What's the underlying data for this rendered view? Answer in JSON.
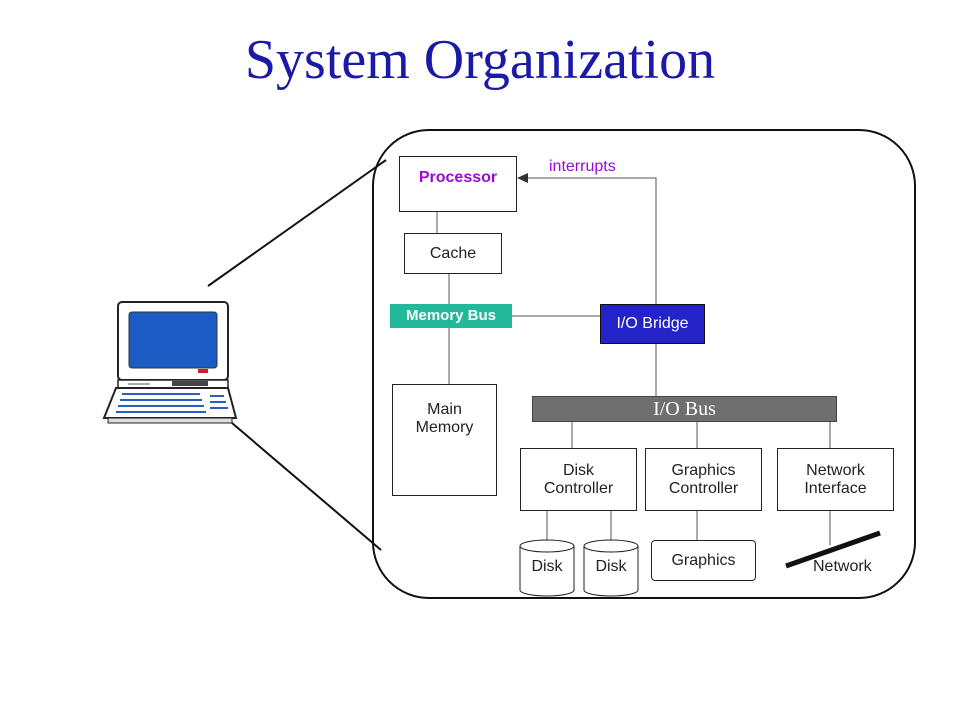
{
  "title": "System Organization",
  "labels": {
    "processor": "Processor",
    "interrupts": "interrupts",
    "cache": "Cache",
    "memory_bus": "Memory Bus",
    "io_bridge": "I/O Bridge",
    "main_memory": "Main\nMemory",
    "io_bus": "I/O Bus",
    "disk_controller": "Disk\nController",
    "graphics_controller": "Graphics\nController",
    "network_interface": "Network\nInterface",
    "disk_1": "Disk",
    "disk_2": "Disk",
    "graphics": "Graphics",
    "network": "Network"
  },
  "colors": {
    "title": "#1a1aa6",
    "processor_text": "#9a0ad0",
    "memory_bus_fill": "#24b89a",
    "io_bridge_fill": "#2323c8",
    "io_bus_fill": "#6f6f6f",
    "monitor_screen": "#1a5bc4"
  },
  "icons": [
    "computer-icon",
    "disk-cylinder-icon",
    "network-cable-icon"
  ]
}
